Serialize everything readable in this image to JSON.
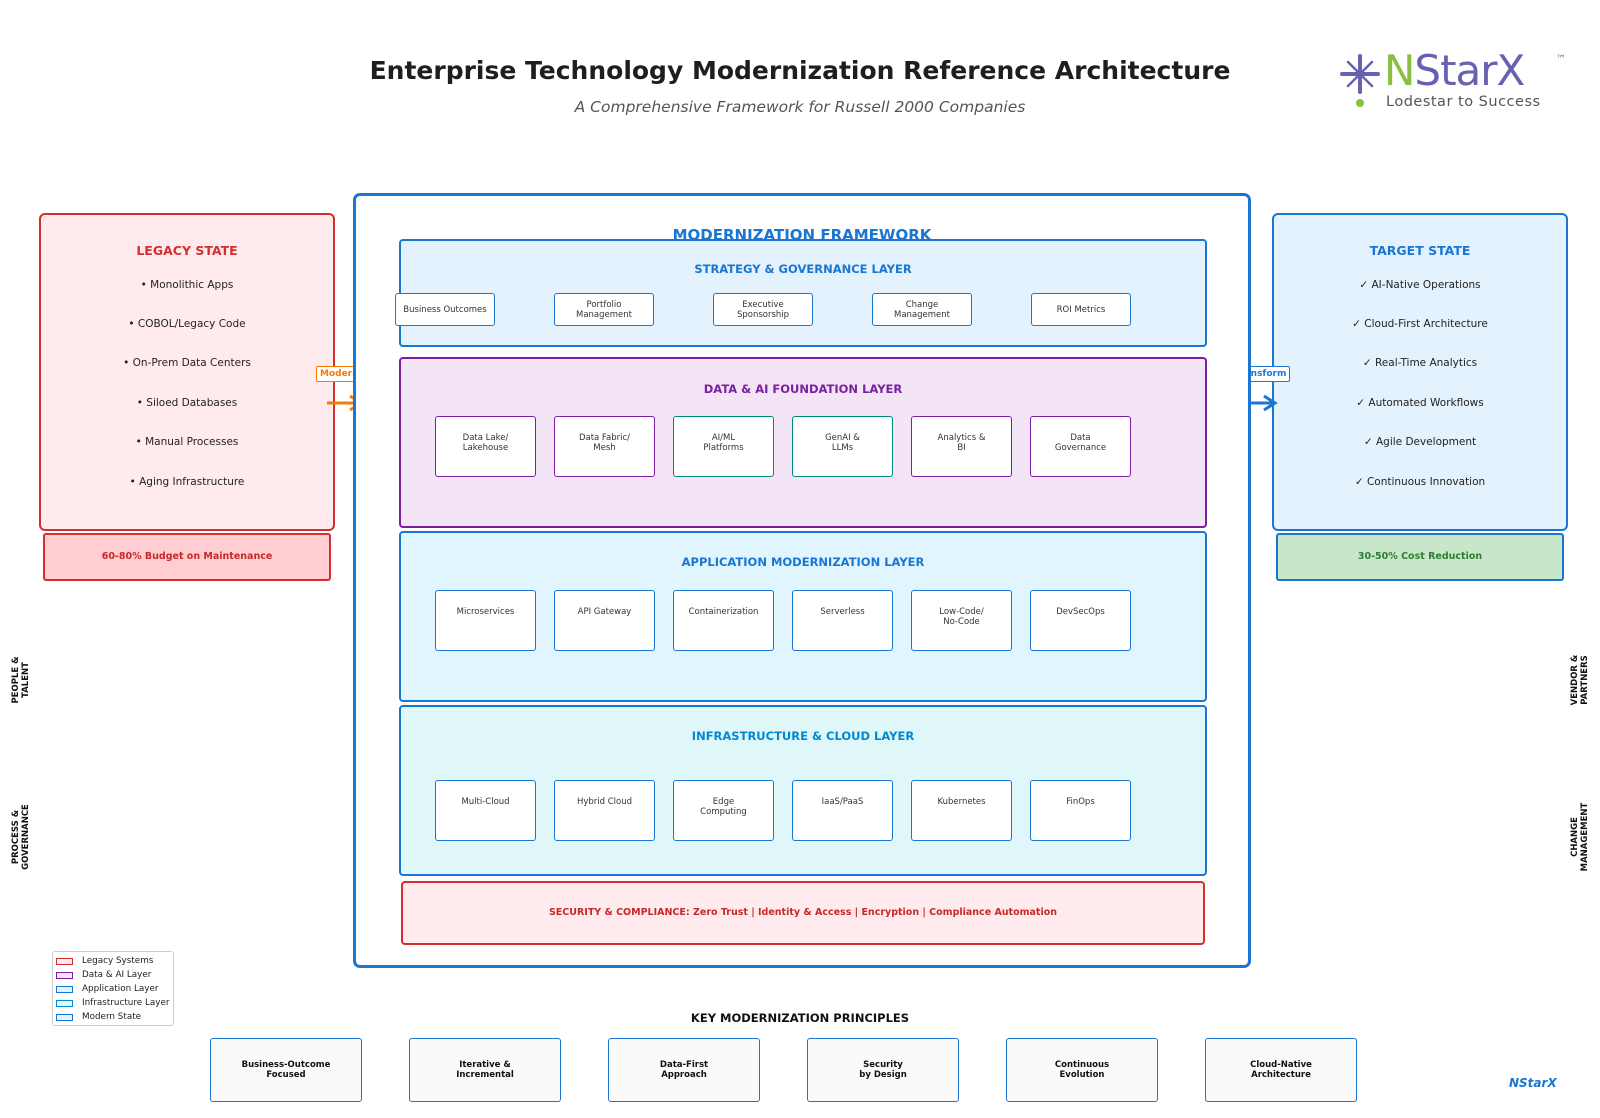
{
  "header": {
    "title": "Enterprise Technology Modernization Reference Architecture",
    "subtitle": "A Comprehensive Framework for Russell 2000 Companies"
  },
  "logo": {
    "word_n": "N",
    "word_rest": "StarX",
    "tm": "™",
    "tagline": "Lodestar to Success",
    "colors": {
      "purple": "#6562b0",
      "green": "#8cbf3f"
    }
  },
  "legacy": {
    "title": "LEGACY STATE",
    "items": [
      "• Monolithic Apps",
      "• COBOL/Legacy Code",
      "• On-Prem Data Centers",
      "• Siloed Databases",
      "• Manual Processes",
      "• Aging Infrastructure"
    ],
    "metric": "60-80% Budget on Maintenance"
  },
  "target": {
    "title": "TARGET STATE",
    "items": [
      "✓ AI-Native Operations",
      "✓ Cloud-First Architecture",
      "✓ Real-Time Analytics",
      "✓ Automated Workflows",
      "✓ Agile Development",
      "✓ Continuous Innovation"
    ],
    "metric": "30-50% Cost Reduction"
  },
  "arrows": {
    "modernize": "Modernize",
    "transform": "Transform"
  },
  "framework": {
    "title": "MODERNIZATION FRAMEWORK",
    "strategy": {
      "title": "STRATEGY & GOVERNANCE LAYER",
      "items": [
        "Business Outcomes",
        "Portfolio Management",
        "Executive Sponsorship",
        "Change Management",
        "ROI Metrics"
      ]
    },
    "data_ai": {
      "title": "DATA & AI FOUNDATION LAYER",
      "items": [
        "Data Lake/\nLakehouse",
        "Data Fabric/\nMesh",
        "AI/ML\nPlatforms",
        "GenAI &\nLLMs",
        "Analytics &\nBI",
        "Data\nGovernance"
      ]
    },
    "app": {
      "title": "APPLICATION MODERNIZATION LAYER",
      "items": [
        "Microservices",
        "API Gateway",
        "Containerization",
        "Serverless",
        "Low-Code/\nNo-Code",
        "DevSecOps"
      ]
    },
    "infra": {
      "title": "INFRASTRUCTURE & CLOUD LAYER",
      "items": [
        "Multi-Cloud",
        "Hybrid Cloud",
        "Edge\nComputing",
        "IaaS/PaaS",
        "Kubernetes",
        "FinOps"
      ]
    },
    "security": "SECURITY & COMPLIANCE: Zero Trust | Identity & Access | Encryption | Compliance Automation"
  },
  "side_labels": {
    "left": [
      "PEOPLE &\nTALENT",
      "PROCESS &\nGOVERNANCE"
    ],
    "right": [
      "VENDOR &\nPARTNERS",
      "CHANGE\nMANAGEMENT"
    ]
  },
  "legend": [
    {
      "label": "Legacy Systems",
      "color": "#d32f2f"
    },
    {
      "label": "Data & AI Layer",
      "color": "#7b1fa2"
    },
    {
      "label": "Application Layer",
      "color": "#1976d2"
    },
    {
      "label": "Infrastructure Layer",
      "color": "#0288d1"
    },
    {
      "label": "Modern State",
      "color": "#1976d2"
    }
  ],
  "principles": {
    "title": "KEY MODERNIZATION PRINCIPLES",
    "items": [
      "Business-Outcome\nFocused",
      "Iterative &\nIncremental",
      "Data-First\nApproach",
      "Security\nby Design",
      "Continuous\nEvolution",
      "Cloud-Native\nArchitecture"
    ]
  },
  "footer_brand": "NStarX"
}
